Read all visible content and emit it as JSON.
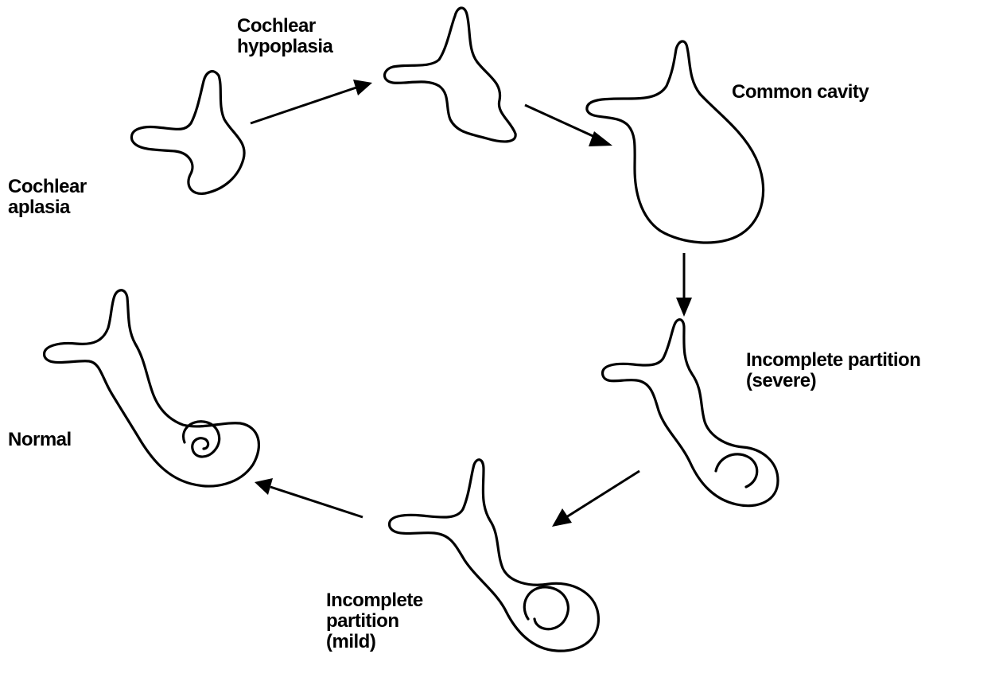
{
  "stages": [
    {
      "id": "cochlear-aplasia",
      "lines": [
        "Cochlear",
        "aplasia"
      ]
    },
    {
      "id": "cochlear-hypoplasia",
      "lines": [
        "Cochlear",
        "hypoplasia"
      ]
    },
    {
      "id": "common-cavity",
      "lines": [
        "Common cavity"
      ]
    },
    {
      "id": "incomplete-partition-severe",
      "lines": [
        "Incomplete partition",
        "(severe)"
      ]
    },
    {
      "id": "incomplete-partition-mild",
      "lines": [
        "Incomplete",
        "partition",
        "(mild)"
      ]
    },
    {
      "id": "normal",
      "lines": [
        "Normal"
      ]
    }
  ],
  "flow": [
    [
      "cochlear-aplasia",
      "cochlear-hypoplasia"
    ],
    [
      "cochlear-hypoplasia",
      "common-cavity"
    ],
    [
      "common-cavity",
      "incomplete-partition-severe"
    ],
    [
      "incomplete-partition-severe",
      "incomplete-partition-mild"
    ],
    [
      "incomplete-partition-mild",
      "normal"
    ]
  ],
  "colors": {
    "ink": "#000000",
    "background": "#ffffff"
  }
}
